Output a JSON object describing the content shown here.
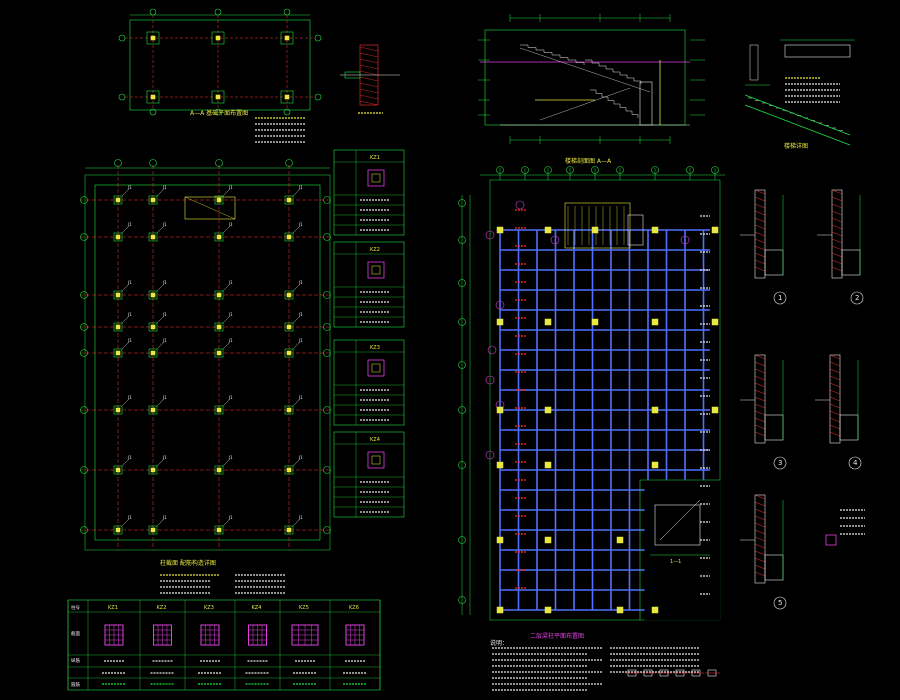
{
  "drawing": {
    "colors": {
      "background": "#000000",
      "axis": "#22e040",
      "grid": "#ff3030",
      "beam": "#5070ff",
      "column": "#e040e0",
      "text": "#e8e840",
      "dim": "#e8e8e8",
      "cyan": "#30d0d0"
    },
    "titles": {
      "top_plan": "A—A 基础平面布置图",
      "stair_section": "楼梯剖面图 A—A",
      "middle_plan": "二层梁柱平面布置图",
      "column_table": "柱截面 配筋构造详图",
      "stair_detail": "楼梯详图"
    },
    "section_marks": [
      "1",
      "2",
      "3",
      "4",
      "5"
    ],
    "column_types": [
      "KZ1",
      "KZ2",
      "KZ3",
      "KZ4",
      "KZ5",
      "KZ6"
    ],
    "bottom_table_rows": [
      "柱号",
      "截面",
      "纵筋",
      "箍筋"
    ],
    "right_table_cols": [
      "KZ1",
      "KZ2",
      "KZ3",
      "KZ4"
    ],
    "notes_heading": "说明："
  }
}
